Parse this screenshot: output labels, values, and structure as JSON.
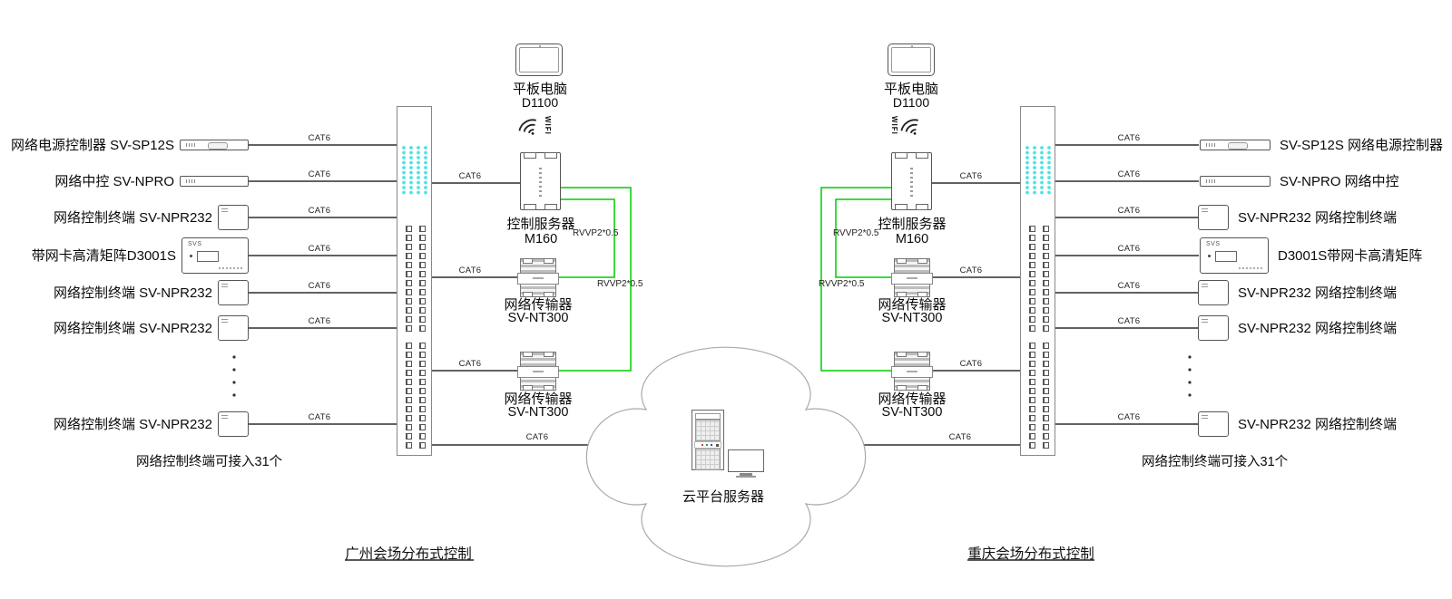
{
  "labels": {
    "cat6": "CAT6",
    "rvvp": "RVVP2*0.5",
    "wifi": "WIFI",
    "svs": "SVS",
    "capacity_note": "网络控制终端可接入31个"
  },
  "tablet": {
    "name": "平板电脑",
    "model": "D1100"
  },
  "control_server": {
    "name": "控制服务器",
    "model": "M160"
  },
  "transmitter": {
    "name": "网络传输器",
    "model": "SV-NT300"
  },
  "cloud": {
    "label": "云平台服务器"
  },
  "sites": {
    "left": "广州会场分布式控制",
    "right": "重庆会场分布式控制"
  },
  "left_devices": [
    {
      "label": "网络电源控制器 SV-SP12S",
      "type": "rack"
    },
    {
      "label": "网络中控 SV-NPRO",
      "type": "rack"
    },
    {
      "label": "网络控制终端 SV-NPR232",
      "type": "terminal"
    },
    {
      "label": "带网卡高清矩阵D3001S",
      "type": "matrix"
    },
    {
      "label": "网络控制终端 SV-NPR232",
      "type": "terminal"
    },
    {
      "label": "网络控制终端 SV-NPR232",
      "type": "terminal"
    },
    {
      "label": "网络控制终端 SV-NPR232",
      "type": "terminal"
    }
  ],
  "right_devices": [
    {
      "label": "SV-SP12S 网络电源控制器",
      "type": "rack"
    },
    {
      "label": "SV-NPRO 网络中控",
      "type": "rack"
    },
    {
      "label": "SV-NPR232 网络控制终端",
      "type": "terminal"
    },
    {
      "label": "D3001S带网卡高清矩阵",
      "type": "matrix"
    },
    {
      "label": "SV-NPR232 网络控制终端",
      "type": "terminal"
    },
    {
      "label": "SV-NPR232 网络控制终端",
      "type": "terminal"
    },
    {
      "label": "SV-NPR232 网络控制终端",
      "type": "terminal"
    }
  ],
  "colors": {
    "cable_black": "#2f2f2f",
    "rvvp_green": "#00cc00",
    "switch_dot_cyan": "#4fe2e2"
  }
}
